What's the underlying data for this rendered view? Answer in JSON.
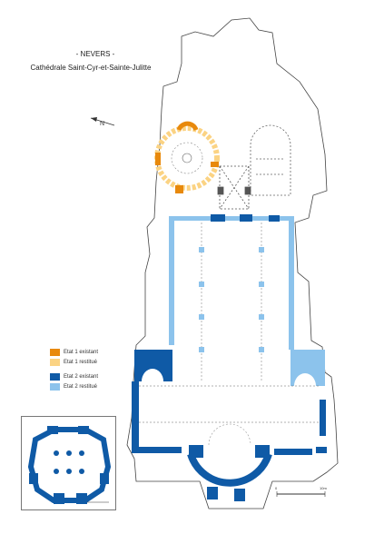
{
  "header": {
    "city": "- NEVERS -",
    "cathedral": "Cathédrale Saint-Cyr-et-Sainte-Julitte"
  },
  "north_label": "N",
  "legend": [
    {
      "label": "Etat 1 existant",
      "color": "#e8890c"
    },
    {
      "label": "Etat 1 restitué",
      "color": "#fbd383"
    },
    {
      "label": "Etat 2 existant",
      "color": "#0f5aa6"
    },
    {
      "label": "Etat 2 restitué",
      "color": "#8cc3ec"
    }
  ],
  "scale": {
    "start": "0",
    "end": "10m"
  }
}
